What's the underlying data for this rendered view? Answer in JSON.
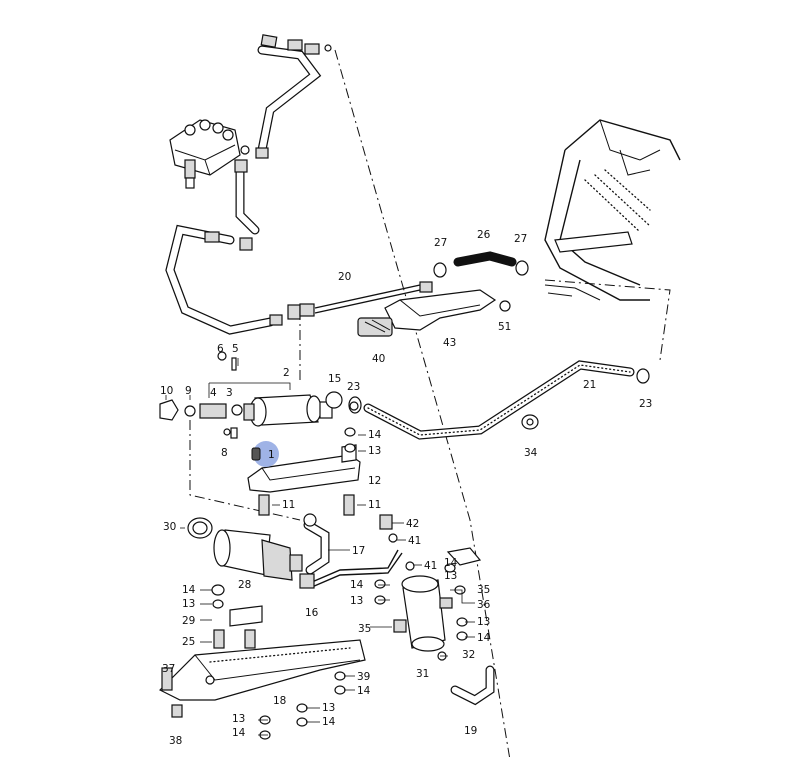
{
  "highlight_color": "#9fb3e6",
  "highlighted_part": "1",
  "callouts": [
    {
      "id": "c1",
      "text": "1"
    },
    {
      "id": "c2",
      "text": "2"
    },
    {
      "id": "c3",
      "text": "3"
    },
    {
      "id": "c4",
      "text": "4"
    },
    {
      "id": "c5",
      "text": "5"
    },
    {
      "id": "c6",
      "text": "6"
    },
    {
      "id": "c8",
      "text": "8"
    },
    {
      "id": "c9",
      "text": "9"
    },
    {
      "id": "c10",
      "text": "10"
    },
    {
      "id": "c11a",
      "text": "11"
    },
    {
      "id": "c11b",
      "text": "11"
    },
    {
      "id": "c12",
      "text": "12"
    },
    {
      "id": "c13a",
      "text": "13"
    },
    {
      "id": "c13b",
      "text": "13"
    },
    {
      "id": "c13c",
      "text": "13"
    },
    {
      "id": "c13d",
      "text": "13"
    },
    {
      "id": "c13e",
      "text": "13"
    },
    {
      "id": "c13f",
      "text": "13"
    },
    {
      "id": "c13g",
      "text": "13"
    },
    {
      "id": "c14a",
      "text": "14"
    },
    {
      "id": "c14b",
      "text": "14"
    },
    {
      "id": "c14c",
      "text": "14"
    },
    {
      "id": "c14d",
      "text": "14"
    },
    {
      "id": "c14e",
      "text": "14"
    },
    {
      "id": "c14f",
      "text": "14"
    },
    {
      "id": "c14g",
      "text": "14"
    },
    {
      "id": "c14h",
      "text": "14"
    },
    {
      "id": "c15",
      "text": "15"
    },
    {
      "id": "c16",
      "text": "16"
    },
    {
      "id": "c17",
      "text": "17"
    },
    {
      "id": "c18",
      "text": "18"
    },
    {
      "id": "c19",
      "text": "19"
    },
    {
      "id": "c20",
      "text": "20"
    },
    {
      "id": "c21",
      "text": "21"
    },
    {
      "id": "c23a",
      "text": "23"
    },
    {
      "id": "c23b",
      "text": "23"
    },
    {
      "id": "c25",
      "text": "25"
    },
    {
      "id": "c26",
      "text": "26"
    },
    {
      "id": "c27a",
      "text": "27"
    },
    {
      "id": "c27b",
      "text": "27"
    },
    {
      "id": "c28",
      "text": "28"
    },
    {
      "id": "c29",
      "text": "29"
    },
    {
      "id": "c30",
      "text": "30"
    },
    {
      "id": "c31",
      "text": "31"
    },
    {
      "id": "c32",
      "text": "32"
    },
    {
      "id": "c34",
      "text": "34"
    },
    {
      "id": "c35a",
      "text": "35"
    },
    {
      "id": "c35b",
      "text": "35"
    },
    {
      "id": "c36",
      "text": "36"
    },
    {
      "id": "c37",
      "text": "37"
    },
    {
      "id": "c38",
      "text": "38"
    },
    {
      "id": "c39",
      "text": "39"
    },
    {
      "id": "c40",
      "text": "40"
    },
    {
      "id": "c41a",
      "text": "41"
    },
    {
      "id": "c41b",
      "text": "41"
    },
    {
      "id": "c42",
      "text": "42"
    },
    {
      "id": "c43",
      "text": "43"
    },
    {
      "id": "c51",
      "text": "51"
    }
  ]
}
